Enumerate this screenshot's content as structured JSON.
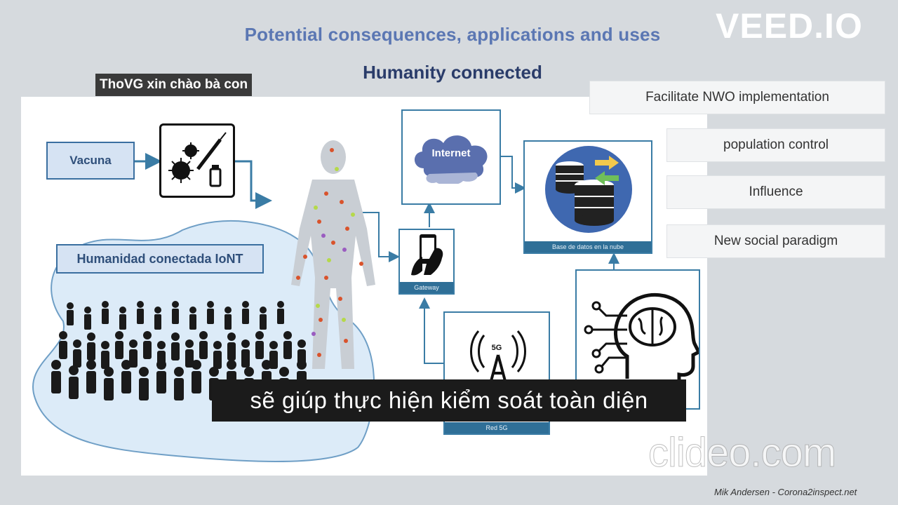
{
  "slide": {
    "title": "Potential consequences, applications and uses",
    "subtitle": "Humanity connected"
  },
  "diagram": {
    "vacuna_label": "Vacuna",
    "humanidad_label": "Humanidad conectada IoNT",
    "internet_label": "Internet",
    "gateway_label": "Gateway",
    "database_label": "Base de datos en la nube",
    "red5g_label": "Red 5G",
    "badge_5g": "5G"
  },
  "side_panel": {
    "items": [
      "Facilitate NWO implementation",
      "population control",
      "Influence",
      "New social paradigm"
    ]
  },
  "overlay": {
    "channel_tag": "ThoVG xin chào bà con",
    "subtitle_caption": "sẽ giúp thực hiện kiểm soát toàn diện",
    "watermark_top": "VEED.IO",
    "watermark_bottom": "clideo.com",
    "credit": "Mik Andersen - Corona2inspect.net"
  }
}
